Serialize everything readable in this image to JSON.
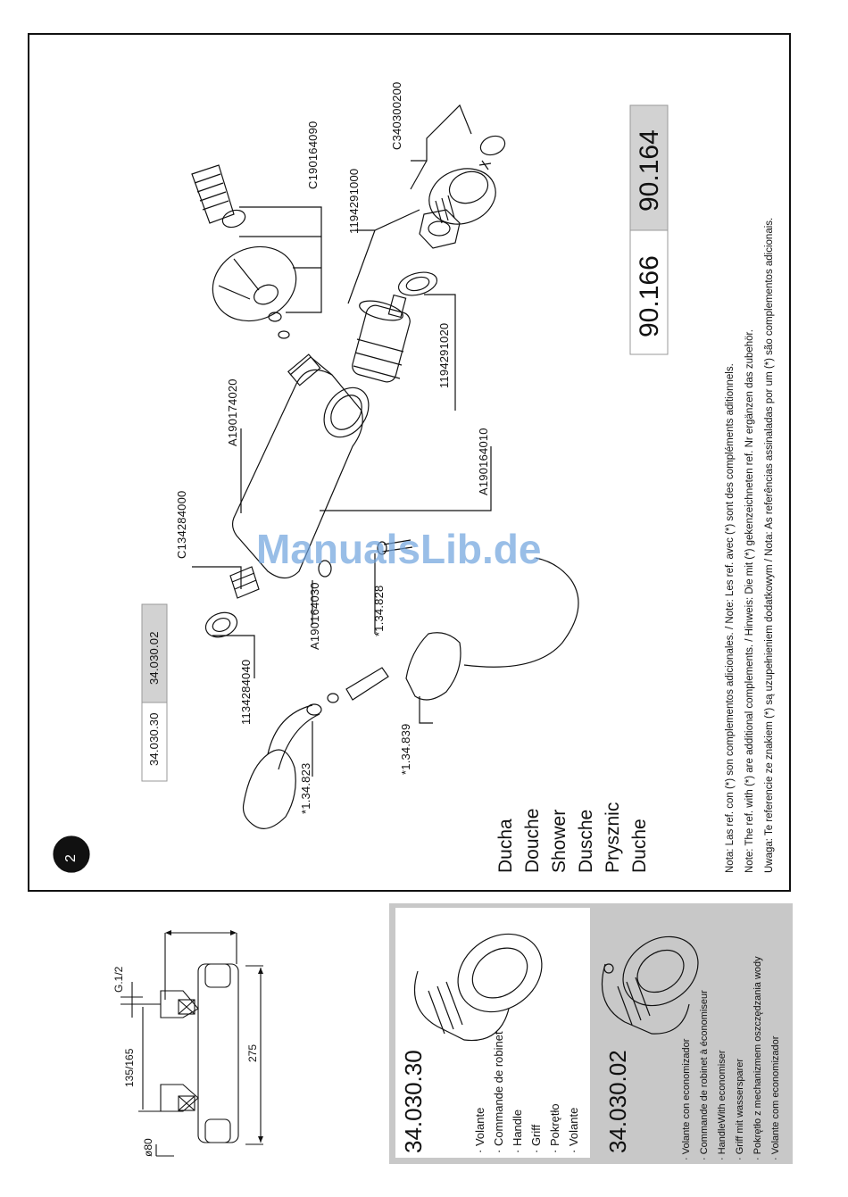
{
  "page_number": "2",
  "watermark": "ManualsLib.de",
  "shower_names": [
    "Ducha",
    "Douche",
    "Shower",
    "Dusche",
    "Prysznic",
    "Duche"
  ],
  "codes": {
    "c190164090": "C190164090",
    "c340300200": "C340300200",
    "p1194291000": "1194291000",
    "a190174020": "A190174020",
    "p1194291020": "1194291020",
    "a190164010": "A190164010",
    "c134284000": "C134284000",
    "a190164030": "A190164030",
    "p134828": "*1.34.828",
    "p1134284040": "1134284040",
    "p134839": "*1.34.839",
    "p134823": "*1.34.823"
  },
  "handle_codes": [
    "34.030.30",
    "34.030.02"
  ],
  "model_numbers": [
    "90.166",
    "90.164"
  ],
  "notes": [
    "Nota: Las ref. con (*) son complementos adicionales.   /   Note: Les ref. avec (*) sont des compléments aditionnels.",
    "Note: The ref. with (*) are additional complements.   /   Hinweis: Die mit (*) gekenzeichneten ref. Nr ergänzen das zubehör.",
    "Uwaga: Te referencie ze znakiem (*) są uzupełnieniem dodatkowym  / Nota: As referências assinaladas por um (*) são complementos adicionais."
  ],
  "dims": {
    "g12": "G.1/2",
    "spacing": "135/165",
    "length": "275",
    "diameter": "ø80"
  },
  "product1": {
    "code": "34.030.30",
    "items": [
      "· Volante",
      "· Commande de robinet",
      "· Handle",
      "· Griff",
      "· Pokrętło",
      "· Volante"
    ]
  },
  "product2": {
    "code": "34.030.02",
    "items": [
      "· Volante con economizador",
      "· Commande de robinet à économiseur",
      "· HandleWith economiser",
      "· Griff mit wassersparer",
      "· Pokrętło z mechanizmem oszczędzania wody",
      "· Volante com economizador"
    ]
  },
  "colors": {
    "panel_gray": "#c8c8c8",
    "box_gray": "#d2d2d2",
    "watermark_blue": "#6fa3dd"
  }
}
